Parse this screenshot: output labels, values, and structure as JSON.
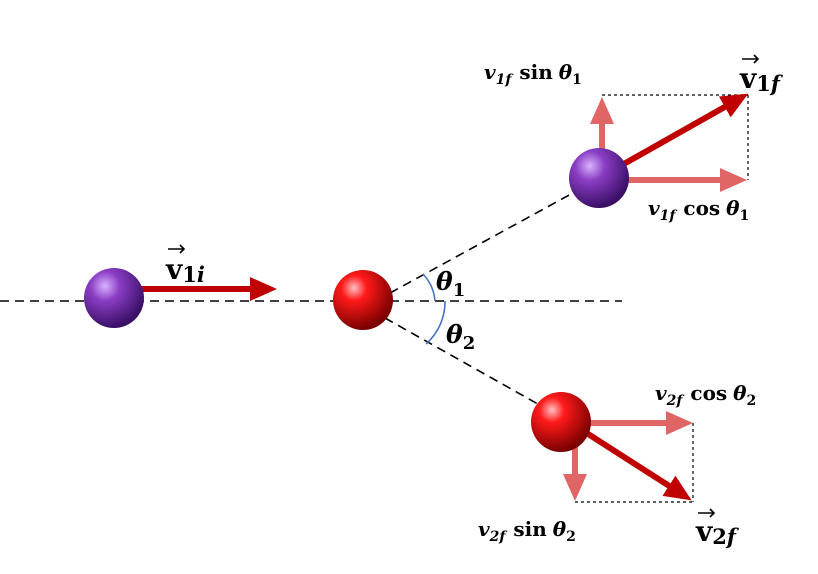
{
  "labels": {
    "v1i": {
      "symbol": "v",
      "sub": "1",
      "sub_it": "i"
    },
    "v1f": {
      "symbol": "v",
      "sub": "1",
      "sub_it": "f"
    },
    "v2f": {
      "symbol": "v",
      "sub": "2",
      "sub_it": "f"
    },
    "theta1": {
      "symbol": "θ",
      "sub": "1"
    },
    "theta2": {
      "symbol": "θ",
      "sub": "2"
    },
    "v1f_sin": {
      "v": "v",
      "sub": "1f",
      "fn": "sin",
      "th": "θ",
      "thsub": "1"
    },
    "v1f_cos": {
      "v": "v",
      "sub": "1f",
      "fn": "cos",
      "th": "θ",
      "thsub": "1"
    },
    "v2f_cos": {
      "v": "v",
      "sub": "2f",
      "fn": "cos",
      "th": "θ",
      "thsub": "2"
    },
    "v2f_sin": {
      "v": "v",
      "sub": "2f",
      "fn": "sin",
      "th": "θ",
      "thsub": "2"
    }
  },
  "colors": {
    "velocity_arrow": "#c00000",
    "component_arrow": "#e06666",
    "ball_purple": "#7030a0",
    "ball_red": "#ff0000",
    "angle_arc": "#4472c4",
    "guide_line": "#000000"
  }
}
